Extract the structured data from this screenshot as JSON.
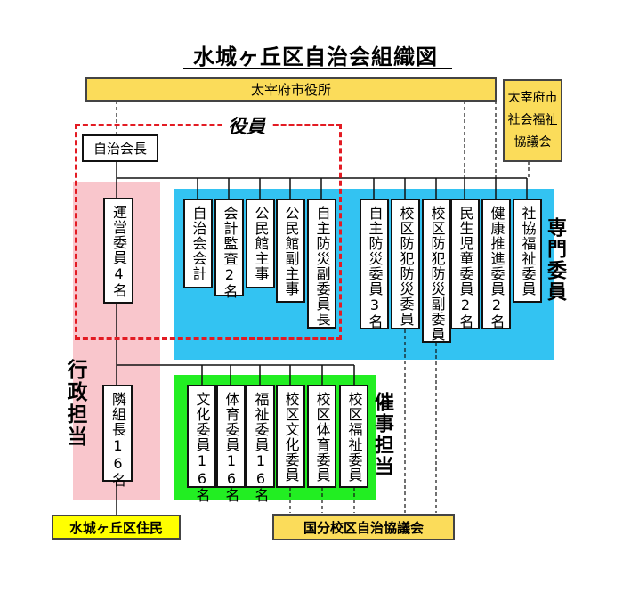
{
  "title": "水城ヶ丘区自治会組織図",
  "city_office": "太宰府市役所",
  "welfare_council": [
    "太宰府市",
    "社会福祉",
    "協議会"
  ],
  "officers_label": "役員",
  "specialist_label": "専門委員",
  "admin_label": "行政担当",
  "event_label": "催事担当",
  "chairman": "自治会長",
  "steering": "運営委員4名",
  "neighborhood": "隣組長16名",
  "officers": [
    "自治会会計",
    "会計監査2名",
    "公民館主事",
    "公民館副主事",
    "自主防災副委員長"
  ],
  "specialists": [
    "自主防災委員3名",
    "校区防犯防災委員",
    "校区防犯防災副委員",
    "民生児童委員2名",
    "健康推進委員2名",
    "社協福祉委員"
  ],
  "event_committees": [
    "文化委員16名",
    "体育委員16名",
    "福祉委員16名",
    "校区文化委員",
    "校区体育委員",
    "校区福祉委員"
  ],
  "residents": "水城ヶ丘区住民",
  "school_council": "国分校区自治協議会",
  "colors": {
    "office_yellow": "#fbdc5a",
    "resident_yellow": "#ffff00",
    "admin_pink": "#f9c6cc",
    "specialist_blue": "#33c3f2",
    "event_green": "#22ee22",
    "officer_red": "#e31b23"
  }
}
